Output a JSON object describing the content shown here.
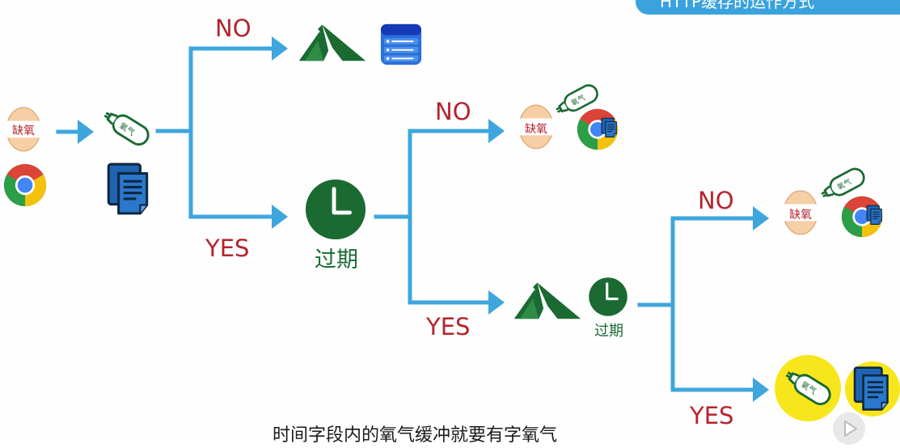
{
  "header": {
    "title": "HTTP缓存的运作方式"
  },
  "subtitle": "时间字段内的氧气缓冲就要有字氧气",
  "labels": {
    "egg_text": "缺氧",
    "tank_text": "氧气",
    "expired": "过期",
    "no": "NO",
    "yes": "YES"
  },
  "colors": {
    "arrow": "#3ea6dd",
    "label_red": "#b5232d",
    "tent_green": "#1b6a32",
    "server_blue": "#2a6fd6",
    "egg_fill": "#f6cfa6",
    "doc_blue": "#1f64b3",
    "highlight_yellow": "#f8e61c"
  },
  "icons": [
    "egg-icon",
    "chrome-icon",
    "oxygen-tank-icon",
    "document-icon",
    "tent-icon",
    "server-icon",
    "clock-icon",
    "play-icon"
  ]
}
